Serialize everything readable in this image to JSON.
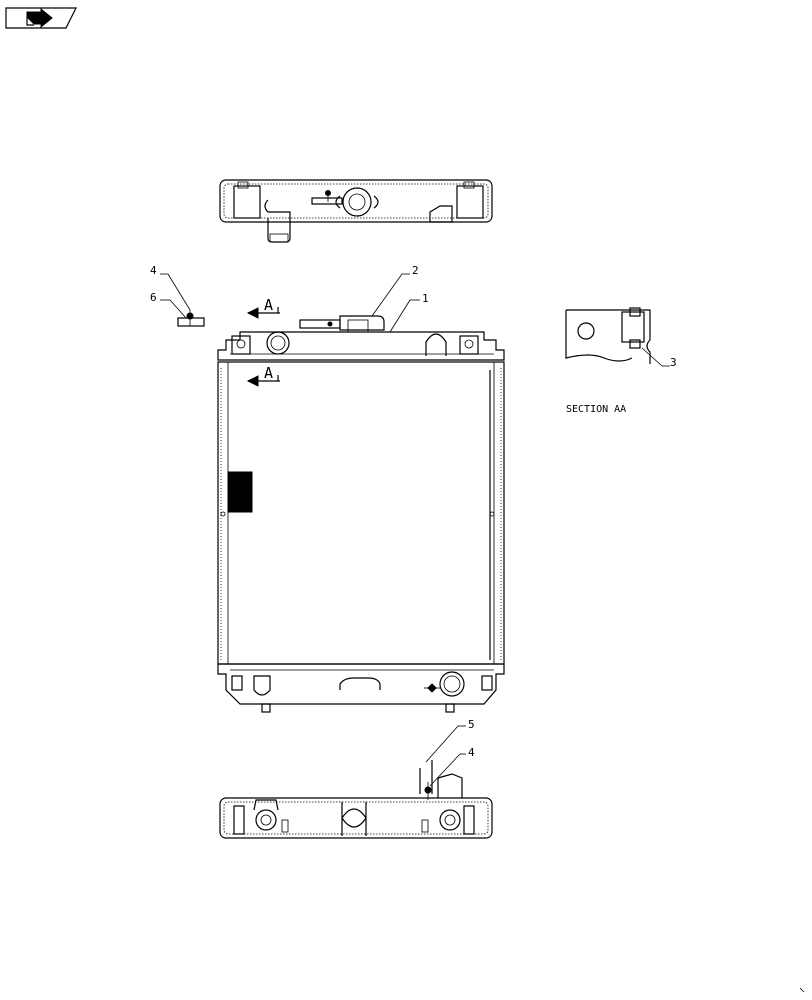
{
  "callouts": [
    {
      "id": "c4-top",
      "text": "4"
    },
    {
      "id": "c6",
      "text": "6"
    },
    {
      "id": "c2",
      "text": "2"
    },
    {
      "id": "c1",
      "text": "1"
    },
    {
      "id": "c3",
      "text": "3"
    },
    {
      "id": "c5",
      "text": "5"
    },
    {
      "id": "c4-bottom",
      "text": "4"
    }
  ],
  "section_markers": [
    {
      "text": "A"
    },
    {
      "text": "A"
    }
  ],
  "section_title": "SECTION AA",
  "icons": {
    "nav": "next-page-arrow-icon"
  }
}
